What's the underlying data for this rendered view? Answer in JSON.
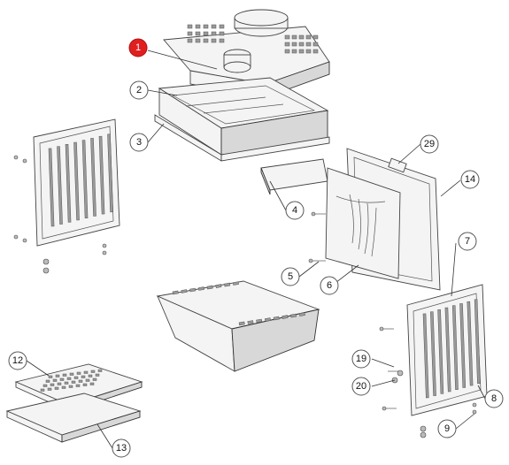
{
  "callouts": [
    {
      "id": "1",
      "active": true
    },
    {
      "id": "2",
      "active": false
    },
    {
      "id": "3",
      "active": false
    },
    {
      "id": "4",
      "active": false
    },
    {
      "id": "5",
      "active": false
    },
    {
      "id": "6",
      "active": false
    },
    {
      "id": "7",
      "active": false
    },
    {
      "id": "8",
      "active": false
    },
    {
      "id": "9",
      "active": false
    },
    {
      "id": "12",
      "active": false
    },
    {
      "id": "13",
      "active": false
    },
    {
      "id": "14",
      "active": false
    },
    {
      "id": "19",
      "active": false
    },
    {
      "id": "20",
      "active": false
    },
    {
      "id": "29",
      "active": false
    }
  ],
  "colors": {
    "active_callout": "#e02020",
    "callout_border": "#555555",
    "line": "#444444"
  }
}
